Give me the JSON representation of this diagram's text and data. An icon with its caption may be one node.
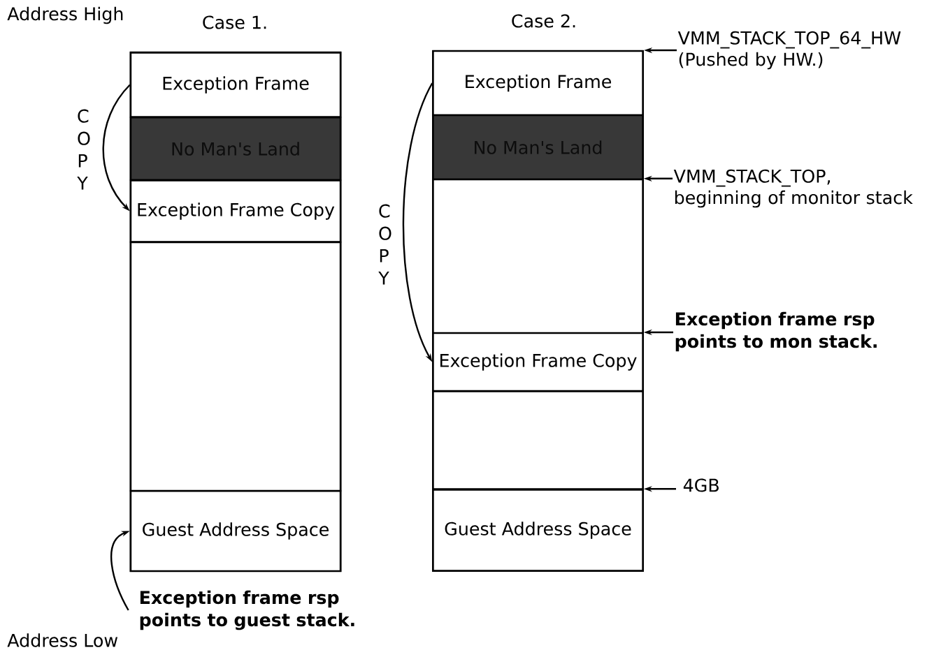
{
  "diagram": {
    "nodes": [
      {
        "text": [
          "Case 1."
        ]
      },
      {
        "text": [
          "Exception Frame"
        ],
        "in": 0
      },
      {
        "text": [
          "No Man's Land"
        ],
        "in": 0
      },
      {
        "text": [
          "Exception Frame Copy"
        ],
        "in": 0
      },
      {
        "text": [],
        "shape": "box",
        "in": 0
      },
      {
        "text": [
          "Guest Address Space"
        ],
        "in": 0
      },
      {
        "text": [
          "Case 2."
        ]
      },
      {
        "text": [
          "Exception Frame"
        ],
        "in": 6
      },
      {
        "text": [
          "No Man's Land"
        ],
        "in": 6
      },
      {
        "text": [],
        "shape": "box",
        "in": 6
      },
      {
        "text": [
          "Exception Frame Copy"
        ],
        "in": 6
      },
      {
        "text": [],
        "shape": "box",
        "in": 6
      },
      {
        "text": [
          "Guest Address Space"
        ],
        "in": 6
      },
      {
        "text": [
          "Exception frame rsp points to guest stack."
        ]
      },
      {
        "text": [
          "VMM_STACK_TOP_64_HW (Pushed by HW.)"
        ]
      },
      {
        "text": [
          "VMM_STACK_TOP, beginning of monitor stack"
        ]
      },
      {
        "text": [
          "Exception frame rsp points to mon stack."
        ]
      },
      {
        "text": [
          "4GB"
        ]
      }
    ],
    "edges": [
      {
        "from": 1,
        "to": 3,
        "arrow": "to",
        "label": "C O P Y"
      },
      {
        "from": 7,
        "to": 10,
        "arrow": "to",
        "label": "C O P Y"
      },
      {
        "from": 13,
        "to": 5,
        "arrow": "to"
      },
      {
        "from": 14,
        "to": 6,
        "arrow": "to"
      },
      {
        "from": 15,
        "to": 9,
        "arrow": "to"
      },
      {
        "from": 16,
        "to": 10,
        "arrow": "to"
      },
      {
        "from": 17,
        "to": 12,
        "arrow": "to"
      }
    ],
    "labels": [
      "Address High",
      "Address Low"
    ]
  }
}
